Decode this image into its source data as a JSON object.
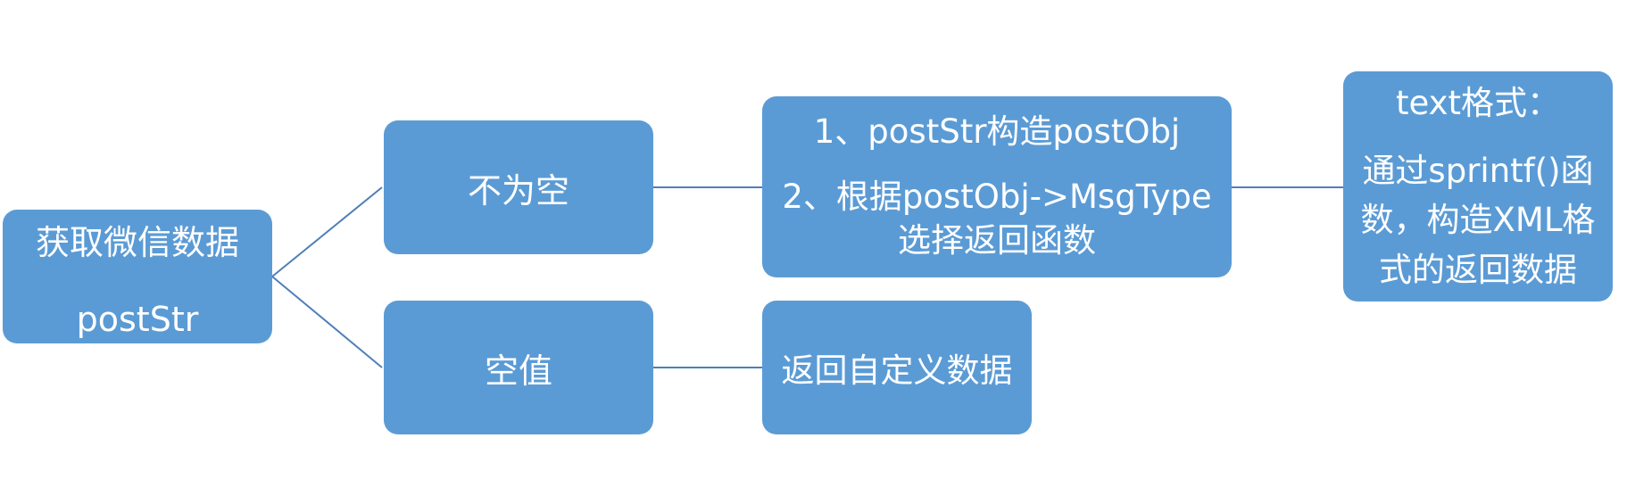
{
  "diagram": {
    "colors": {
      "node_fill": "#5b9bd5",
      "node_text": "#ffffff",
      "connector": "#4f7fb8",
      "background": "#ffffff"
    },
    "nodes": {
      "root": {
        "line1": "获取微信数据",
        "line2": "postStr"
      },
      "not_empty": {
        "label": "不为空"
      },
      "empty": {
        "label": "空值"
      },
      "steps": {
        "line1": "1、postStr构造postObj",
        "line2": "2、根据postObj->MsgType",
        "line3": "选择返回函数"
      },
      "custom": {
        "label": "返回自定义数据"
      },
      "text_format": {
        "line1": "text格式：",
        "line2": "通过sprintf()函",
        "line3": "数，构造XML格",
        "line4": "式的返回数据"
      }
    },
    "edges": [
      {
        "from": "root",
        "to": "not_empty"
      },
      {
        "from": "root",
        "to": "empty"
      },
      {
        "from": "not_empty",
        "to": "steps"
      },
      {
        "from": "empty",
        "to": "custom"
      },
      {
        "from": "steps",
        "to": "text_format"
      }
    ]
  }
}
